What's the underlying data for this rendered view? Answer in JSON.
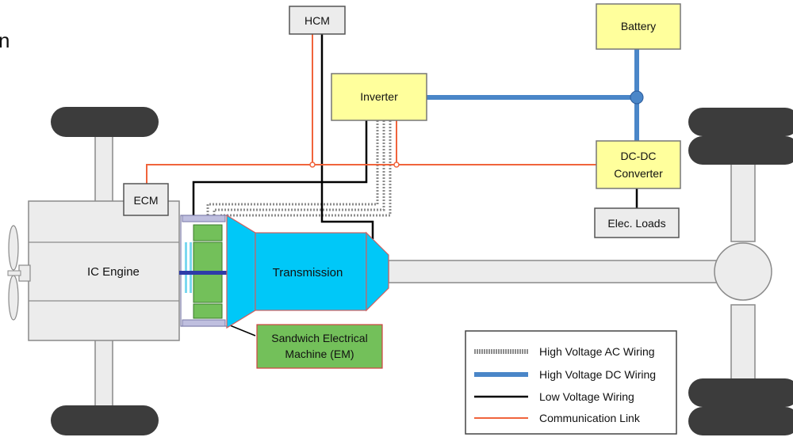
{
  "diagram": {
    "corner_fragment": "n",
    "components": {
      "hcm": "HCM",
      "battery": "Battery",
      "inverter": "Inverter",
      "dcdc_line1": "DC-DC",
      "dcdc_line2": "Converter",
      "elec_loads": "Elec. Loads",
      "ecm": "ECM",
      "engine": "IC Engine",
      "transmission": "Transmission",
      "em_line1": "Sandwich Electrical",
      "em_line2": "Machine (EM)"
    },
    "legend": {
      "items": [
        {
          "label": "High Voltage AC Wiring",
          "style": "hv-ac"
        },
        {
          "label": "High Voltage DC Wiring",
          "style": "hv-dc"
        },
        {
          "label": "Low Voltage Wiring",
          "style": "lv"
        },
        {
          "label": "Communication Link",
          "style": "comm"
        }
      ]
    },
    "colors": {
      "hv_ac": "#8c8c8c",
      "hv_dc": "#4a86c8",
      "low_voltage": "#000000",
      "communication": "#f0643c",
      "controller_fill": "#ffff9c",
      "transmission_fill": "#00c8f8",
      "em_fill": "#73c05a",
      "chassis_fill": "#ececec",
      "tire_fill": "#3c3c3c"
    }
  }
}
